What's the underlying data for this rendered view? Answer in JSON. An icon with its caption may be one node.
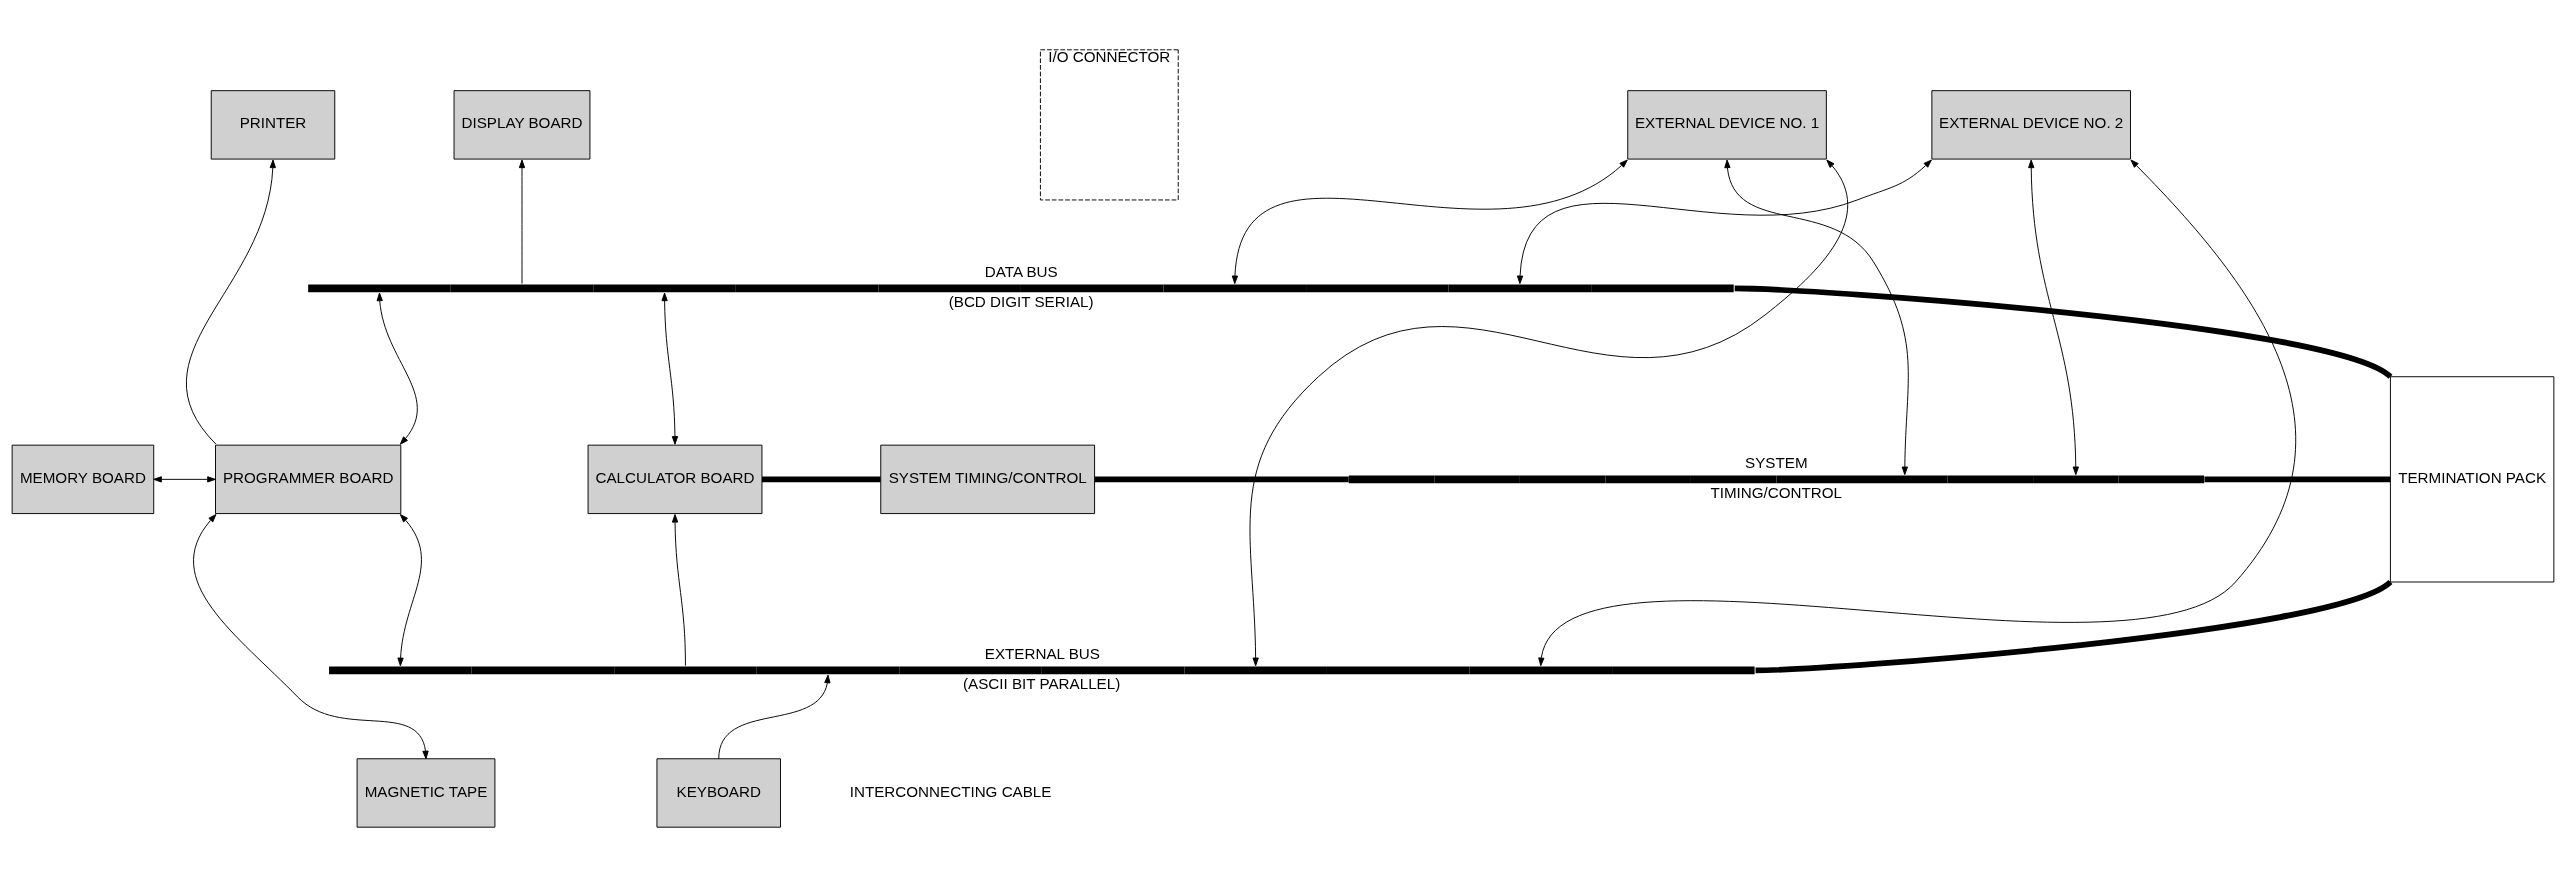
{
  "diagram": {
    "nodes": [
      {
        "text": [
          "PRINTER"
        ]
      },
      {
        "text": [
          "DISPLAY BOARD"
        ]
      },
      {
        "text": [
          "EXTERNAL DEVICE NO. 1"
        ]
      },
      {
        "text": [
          "EXTERNAL DEVICE NO. 2"
        ]
      },
      {
        "text": [
          "I/O CONNECTOR"
        ]
      },
      {
        "text": [],
        "shape": "bar",
        "beside": [
          "DATA BUS",
          "(BCD DIGIT SERIAL)"
        ]
      },
      {
        "text": [
          "MEMORY BOARD"
        ]
      },
      {
        "text": [
          "PROGRAMMER BOARD"
        ]
      },
      {
        "text": [
          "CALCULATOR BOARD"
        ]
      },
      {
        "text": [
          "SYSTEM TIMING/CONTROL"
        ]
      },
      {
        "text": [],
        "shape": "bar",
        "beside": [
          "SYSTEM",
          "TIMING/CONTROL"
        ]
      },
      {
        "text": [
          "TERMINATION PACK"
        ]
      },
      {
        "text": [],
        "shape": "bar",
        "beside": [
          "EXTERNAL BUS",
          "(ASCII BIT PARALLEL)"
        ]
      },
      {
        "text": [
          "MAGNETIC TAPE"
        ]
      },
      {
        "text": [
          "KEYBOARD"
        ]
      }
    ],
    "edges": [
      {
        "from": 7,
        "to": 0,
        "arrow": "to"
      },
      {
        "from": 5,
        "to": 1,
        "arrow": "to"
      },
      {
        "from": 2,
        "to": 5,
        "arrow": "both"
      },
      {
        "from": 2,
        "to": 10,
        "arrow": "both"
      },
      {
        "from": 2,
        "to": 12,
        "arrow": "both"
      },
      {
        "from": 3,
        "to": 5,
        "arrow": "both"
      },
      {
        "from": 3,
        "to": 10,
        "arrow": "both"
      },
      {
        "from": 3,
        "to": 12,
        "arrow": "both"
      },
      {
        "from": 7,
        "to": 5,
        "arrow": "both"
      },
      {
        "from": 8,
        "to": 5,
        "arrow": "both"
      },
      {
        "from": 6,
        "to": 7,
        "arrow": "both"
      },
      {
        "from": 8,
        "to": 9,
        "arrow": "none",
        "style": "thick"
      },
      {
        "from": 9,
        "to": 10,
        "arrow": "none",
        "style": "thick"
      },
      {
        "from": 5,
        "to": 11,
        "arrow": "none",
        "style": "thick"
      },
      {
        "from": 10,
        "to": 11,
        "arrow": "none",
        "style": "thick"
      },
      {
        "from": 12,
        "to": 11,
        "arrow": "none",
        "style": "thick"
      },
      {
        "from": 7,
        "to": 12,
        "arrow": "both"
      },
      {
        "from": 12,
        "to": 8,
        "arrow": "to"
      },
      {
        "from": 7,
        "to": 13,
        "arrow": "both"
      },
      {
        "from": 14,
        "to": 12,
        "arrow": "to"
      }
    ],
    "labels": [
      "INTERCONNECTING CABLE"
    ]
  }
}
